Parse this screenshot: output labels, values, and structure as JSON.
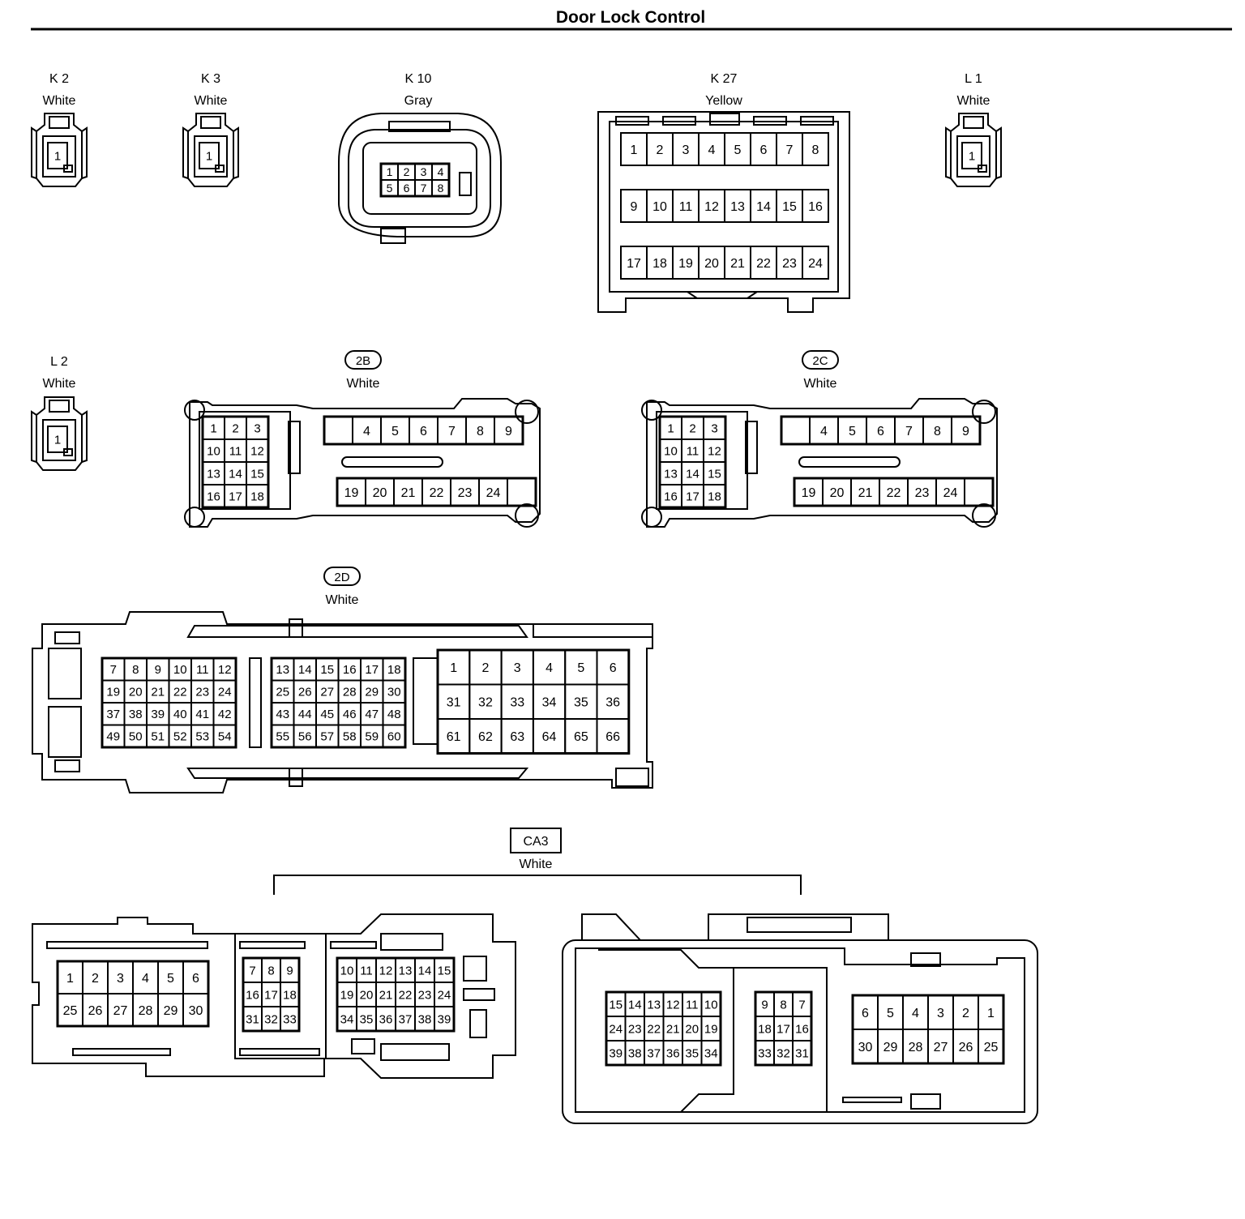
{
  "title": "Door Lock Control",
  "colors": {
    "line": "#000000",
    "background": "#ffffff"
  },
  "connectors": {
    "K2": {
      "code": "K 2",
      "color": "White",
      "pins": [
        "1"
      ]
    },
    "K3": {
      "code": "K 3",
      "color": "White",
      "pins": [
        "1"
      ]
    },
    "K10": {
      "code": "K 10",
      "color": "Gray",
      "pin_rows": [
        [
          "1",
          "2",
          "3",
          "4"
        ],
        [
          "5",
          "6",
          "7",
          "8"
        ]
      ]
    },
    "K27": {
      "code": "K 27",
      "color": "Yellow",
      "pin_rows": [
        [
          "1",
          "2",
          "3",
          "4",
          "5",
          "6",
          "7",
          "8"
        ],
        [
          "9",
          "10",
          "11",
          "12",
          "13",
          "14",
          "15",
          "16"
        ],
        [
          "17",
          "18",
          "19",
          "20",
          "21",
          "22",
          "23",
          "24"
        ]
      ]
    },
    "L1": {
      "code": "L 1",
      "color": "White",
      "pins": [
        "1"
      ]
    },
    "L2": {
      "code": "L 2",
      "color": "White",
      "pins": [
        "1"
      ]
    },
    "2B": {
      "code": "2B",
      "color": "White",
      "left_rows": [
        [
          "1",
          "2",
          "3"
        ],
        [
          "10",
          "11",
          "12"
        ],
        [
          "13",
          "14",
          "15"
        ],
        [
          "16",
          "17",
          "18"
        ]
      ],
      "top_row": [
        "",
        "4",
        "5",
        "6",
        "7",
        "8",
        "9"
      ],
      "bottom_row": [
        "19",
        "20",
        "21",
        "22",
        "23",
        "24",
        ""
      ]
    },
    "2C": {
      "code": "2C",
      "color": "White",
      "left_rows": [
        [
          "1",
          "2",
          "3"
        ],
        [
          "10",
          "11",
          "12"
        ],
        [
          "13",
          "14",
          "15"
        ],
        [
          "16",
          "17",
          "18"
        ]
      ],
      "top_row": [
        "",
        "4",
        "5",
        "6",
        "7",
        "8",
        "9"
      ],
      "bottom_row": [
        "19",
        "20",
        "21",
        "22",
        "23",
        "24",
        ""
      ]
    },
    "2D": {
      "code": "2D",
      "color": "White",
      "block_a": [
        [
          "7",
          "8",
          "9",
          "10",
          "11",
          "12"
        ],
        [
          "19",
          "20",
          "21",
          "22",
          "23",
          "24"
        ],
        [
          "37",
          "38",
          "39",
          "40",
          "41",
          "42"
        ],
        [
          "49",
          "50",
          "51",
          "52",
          "53",
          "54"
        ]
      ],
      "block_b": [
        [
          "13",
          "14",
          "15",
          "16",
          "17",
          "18"
        ],
        [
          "25",
          "26",
          "27",
          "28",
          "29",
          "30"
        ],
        [
          "43",
          "44",
          "45",
          "46",
          "47",
          "48"
        ],
        [
          "55",
          "56",
          "57",
          "58",
          "59",
          "60"
        ]
      ],
      "block_c": [
        [
          "1",
          "2",
          "3",
          "4",
          "5",
          "6"
        ],
        [
          "31",
          "32",
          "33",
          "34",
          "35",
          "36"
        ],
        [
          "61",
          "62",
          "63",
          "64",
          "65",
          "66"
        ]
      ]
    },
    "CA3": {
      "code": "CA3",
      "color": "White",
      "left": {
        "block_a": [
          [
            "1",
            "2",
            "3",
            "4",
            "5",
            "6"
          ],
          [
            "25",
            "26",
            "27",
            "28",
            "29",
            "30"
          ]
        ],
        "block_b": [
          [
            "7",
            "8",
            "9"
          ],
          [
            "16",
            "17",
            "18"
          ],
          [
            "31",
            "32",
            "33"
          ]
        ],
        "block_c": [
          [
            "10",
            "11",
            "12",
            "13",
            "14",
            "15"
          ],
          [
            "19",
            "20",
            "21",
            "22",
            "23",
            "24"
          ],
          [
            "34",
            "35",
            "36",
            "37",
            "38",
            "39"
          ]
        ]
      },
      "right": {
        "block_a": [
          [
            "15",
            "14",
            "13",
            "12",
            "11",
            "10"
          ],
          [
            "24",
            "23",
            "22",
            "21",
            "20",
            "19"
          ],
          [
            "39",
            "38",
            "37",
            "36",
            "35",
            "34"
          ]
        ],
        "block_b": [
          [
            "9",
            "8",
            "7"
          ],
          [
            "18",
            "17",
            "16"
          ],
          [
            "33",
            "32",
            "31"
          ]
        ],
        "block_c": [
          [
            "6",
            "5",
            "4",
            "3",
            "2",
            "1"
          ],
          [
            "30",
            "29",
            "28",
            "27",
            "26",
            "25"
          ]
        ]
      }
    }
  }
}
